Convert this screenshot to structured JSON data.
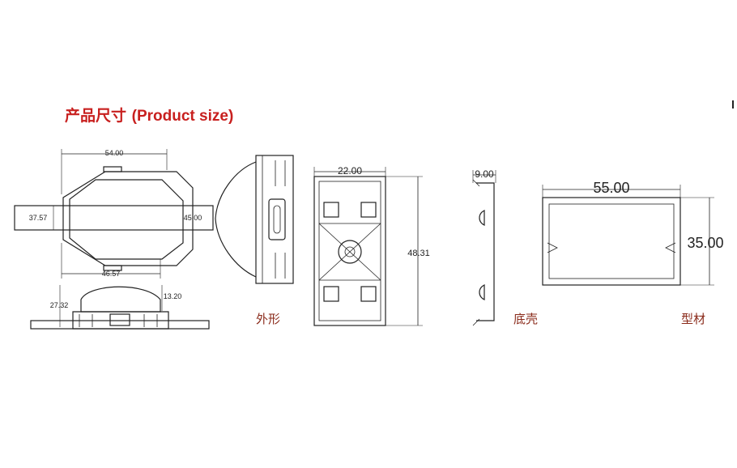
{
  "title": {
    "cn": "产品尺寸",
    "en": "(Product size)"
  },
  "labels": {
    "outer_shape": "外形",
    "bottom_shell": "底壳",
    "profile": "型材"
  },
  "dimensions": {
    "module_width": "54.00",
    "module_height": "37.57",
    "module_depth": "45.00",
    "module_inner_width": "46.57",
    "side_height": "27.32",
    "lens_height": "13.20",
    "shell_width": "22.00",
    "shell_height": "48.31",
    "clip_width": "9.00",
    "profile_width": "55.00",
    "profile_height": "35.00"
  },
  "colors": {
    "title": "#c8201f",
    "label": "#8a2a1a",
    "line": "#222222"
  }
}
